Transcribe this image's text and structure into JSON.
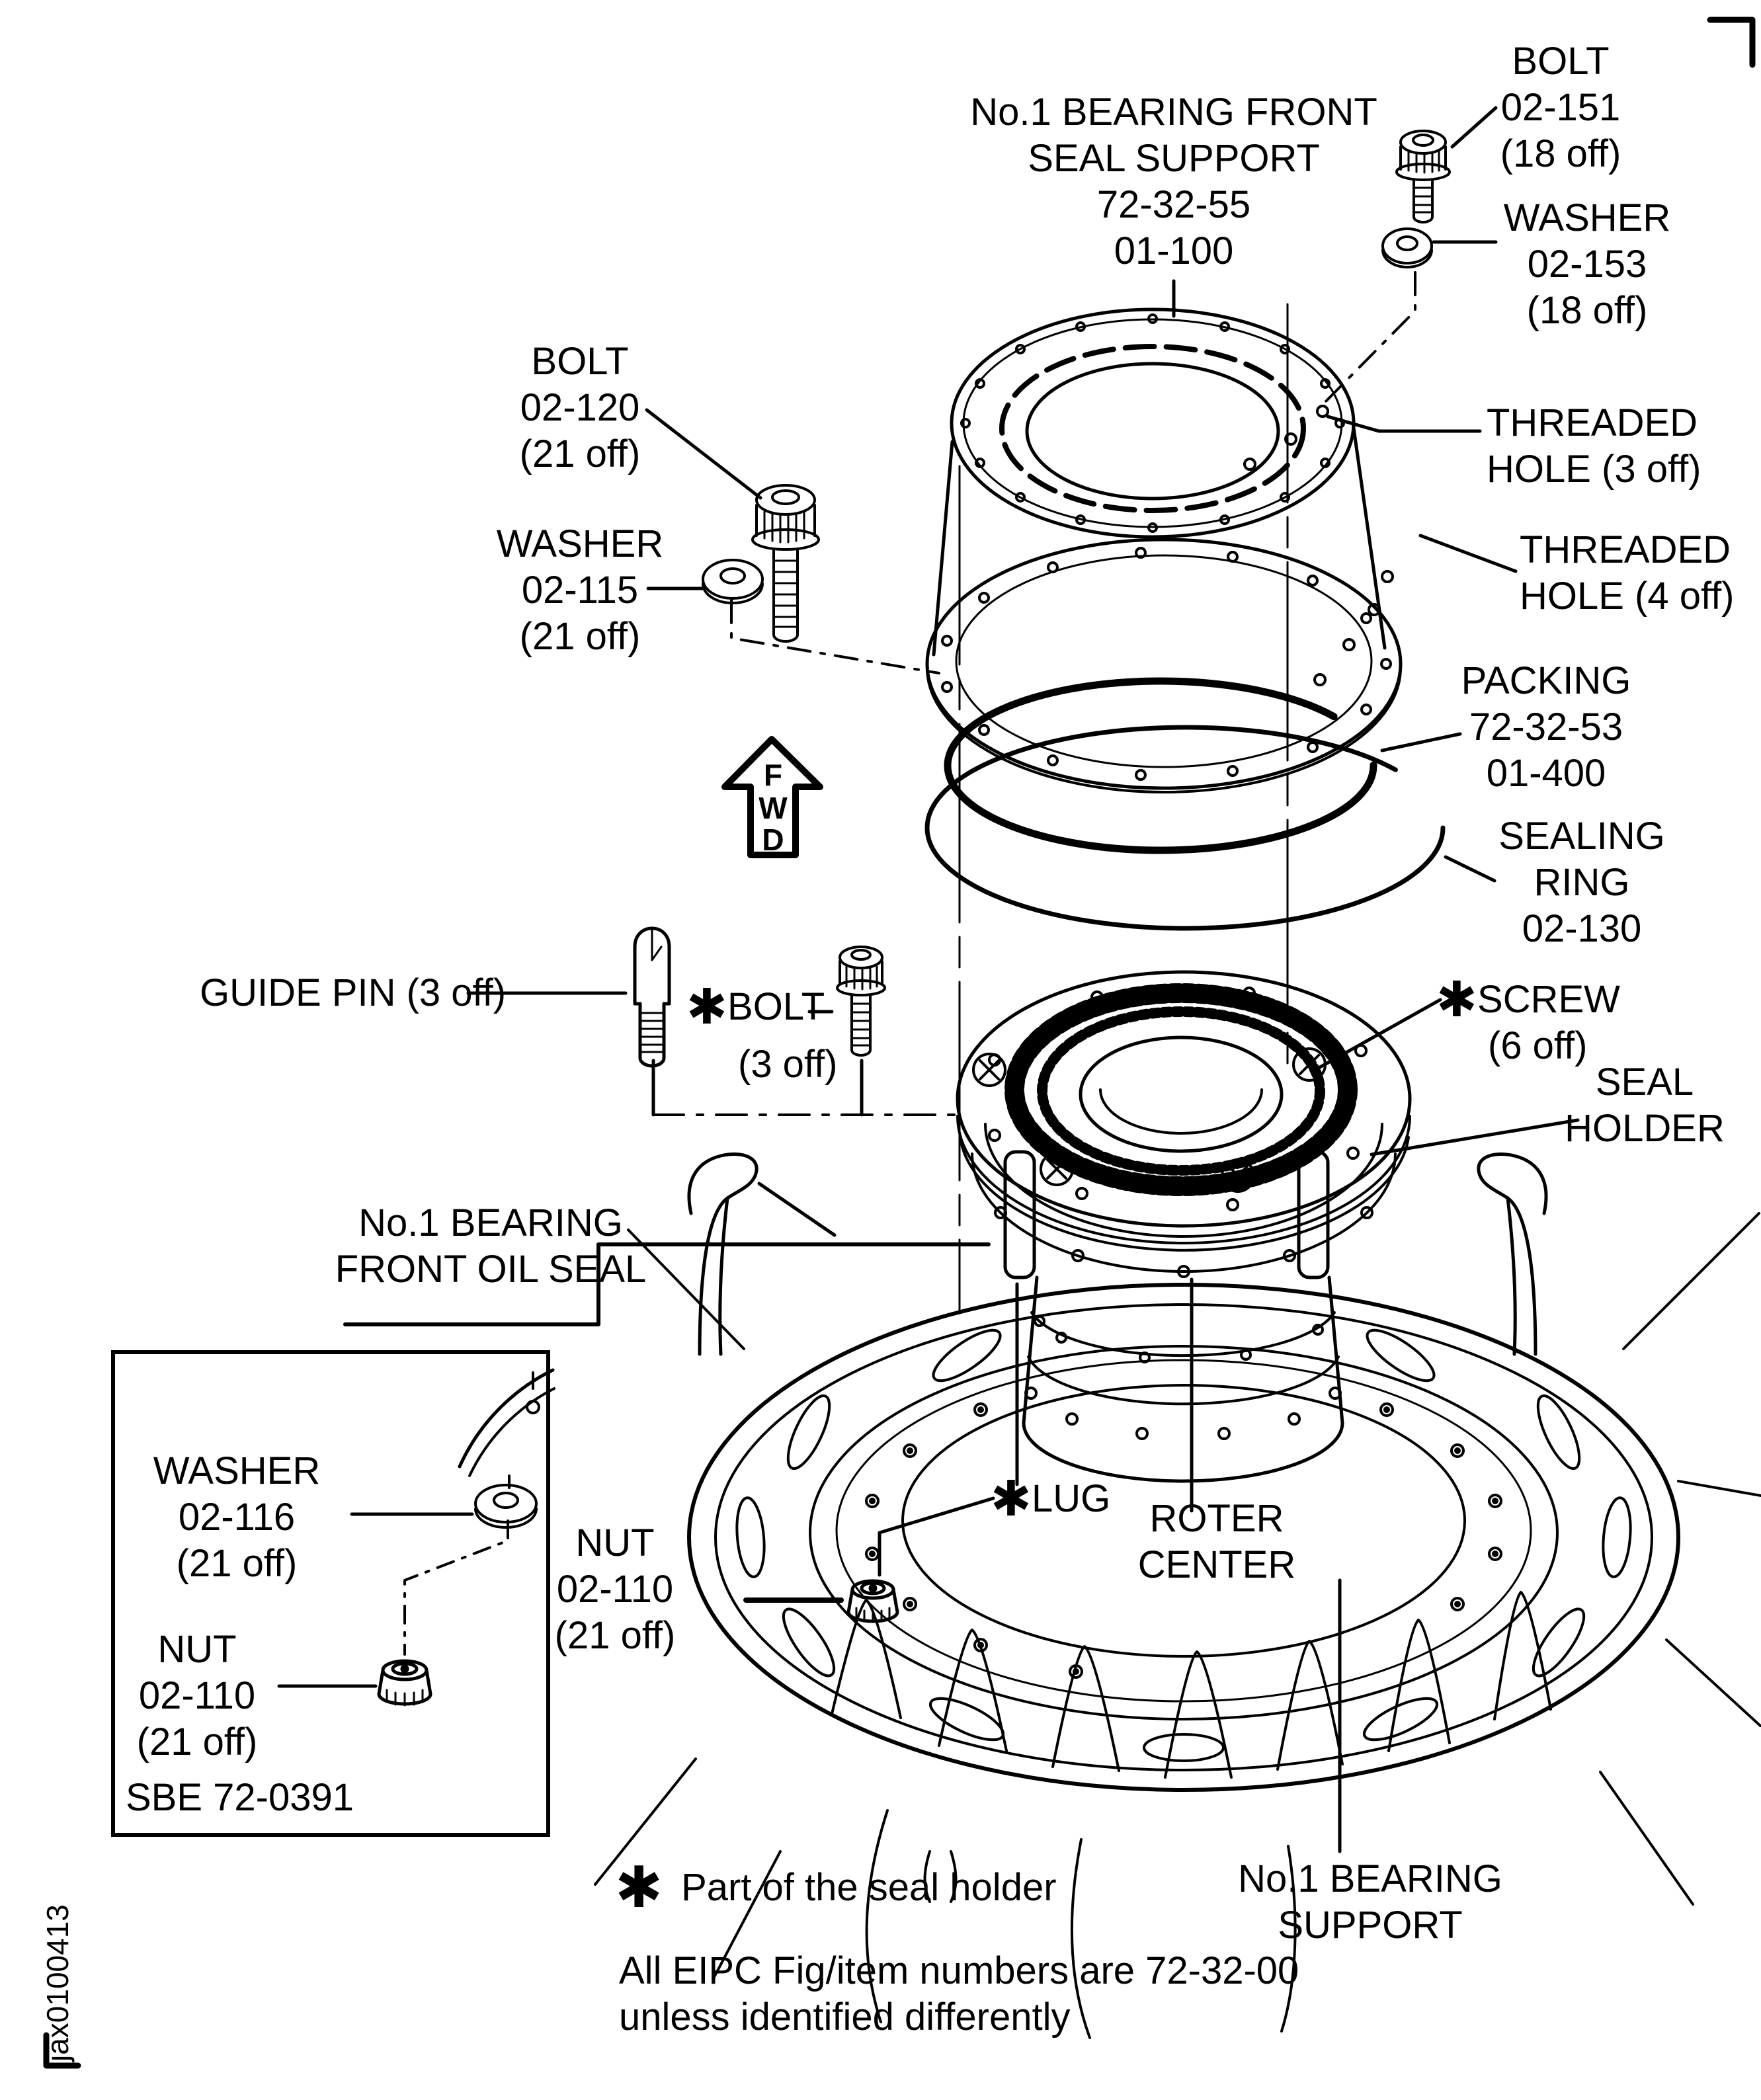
{
  "figure": {
    "description": "Exploded parts diagram of No.1 bearing front seal support assembly",
    "ink_color": "#000000",
    "paper_color": "#ffffff"
  },
  "callouts": {
    "seal_support": {
      "lines": [
        "No.1 BEARING FRONT",
        "SEAL SUPPORT",
        "72-32-55",
        "01-100"
      ]
    },
    "bolt_top": {
      "lines": [
        "BOLT",
        "02-151",
        "(18 off)"
      ]
    },
    "washer_top": {
      "lines": [
        "WASHER",
        "02-153",
        "(18 off)"
      ]
    },
    "bolt_left": {
      "lines": [
        "BOLT",
        "02-120",
        "(21 off)"
      ]
    },
    "washer_left": {
      "lines": [
        "WASHER",
        "02-115",
        "(21 off)"
      ]
    },
    "threaded_hole_3": {
      "lines": [
        "THREADED",
        "HOLE (3 off)"
      ]
    },
    "threaded_hole_4": {
      "lines": [
        "THREADED",
        "HOLE (4 off)"
      ]
    },
    "packing": {
      "lines": [
        "PACKING",
        "72-32-53",
        "01-400"
      ]
    },
    "sealing_ring": {
      "lines": [
        "SEALING",
        "RING",
        "02-130"
      ]
    },
    "guide_pin": {
      "lines": [
        "GUIDE PIN (3 off)"
      ]
    },
    "bolt_seal": {
      "marker": "✱",
      "lines": [
        "BOLT",
        "(3 off)"
      ]
    },
    "screw": {
      "marker": "✱",
      "lines": [
        "SCREW",
        "(6 off)"
      ]
    },
    "seal_holder": {
      "lines": [
        "SEAL",
        "HOLDER"
      ]
    },
    "oil_seal": {
      "lines": [
        "No.1 BEARING",
        "FRONT OIL SEAL"
      ]
    },
    "lug": {
      "marker": "✱",
      "label": "LUG"
    },
    "roter_center": {
      "lines": [
        "ROTER",
        "CENTER"
      ]
    },
    "nut_center": {
      "lines": [
        "NUT",
        "02-110",
        "(21 off)"
      ]
    },
    "bearing_support": {
      "lines": [
        "No.1 BEARING",
        "SUPPORT"
      ]
    }
  },
  "inset": {
    "washer": {
      "lines": [
        "WASHER",
        "02-116",
        "(21 off)"
      ]
    },
    "nut": {
      "lines": [
        "NUT",
        "02-110",
        "(21 off)"
      ]
    },
    "ref": "SBE 72-0391"
  },
  "fwd_arrow": {
    "letters": [
      "F",
      "W",
      "D"
    ]
  },
  "footnote": {
    "marker": "✱",
    "text": "Part of the seal holder"
  },
  "note": {
    "lines": [
      "All EIPC Fig/item numbers are 72-32-00",
      "unless identified differently"
    ]
  },
  "watermark": "jax0100413"
}
